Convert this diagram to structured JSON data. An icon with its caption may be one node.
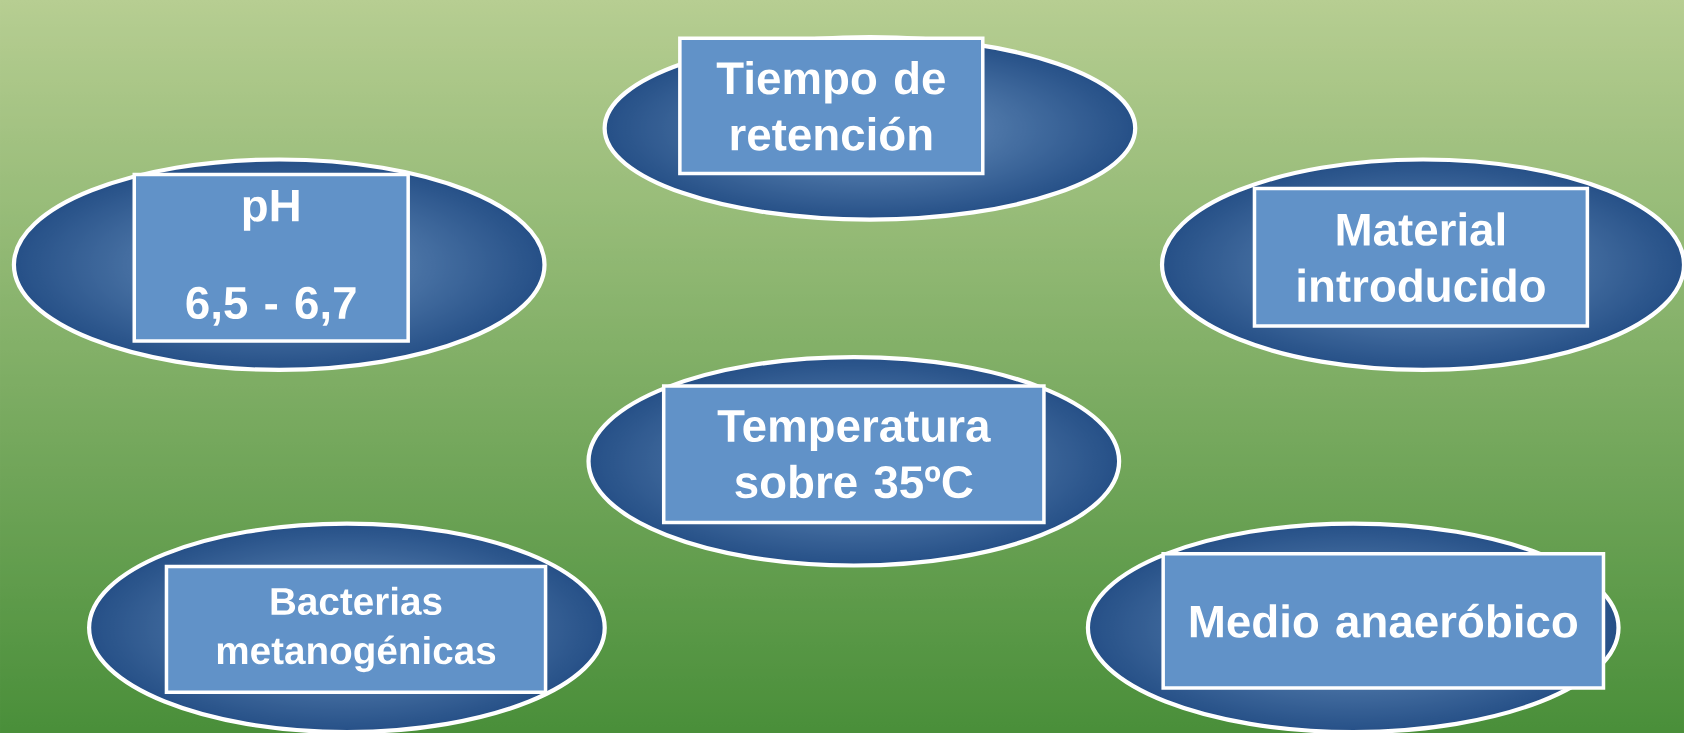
{
  "diagram": {
    "nodes": [
      {
        "text": [
          "Tiempo de retención"
        ]
      },
      {
        "text": [
          "pH",
          "6,5 - 6,7"
        ]
      },
      {
        "text": [
          "Material introducido"
        ]
      },
      {
        "text": [
          "Temperatura sobre 35ºC"
        ]
      },
      {
        "text": [
          "Bacterias metanogénicas"
        ]
      },
      {
        "text": [
          "Medio anaeróbico"
        ]
      }
    ]
  }
}
